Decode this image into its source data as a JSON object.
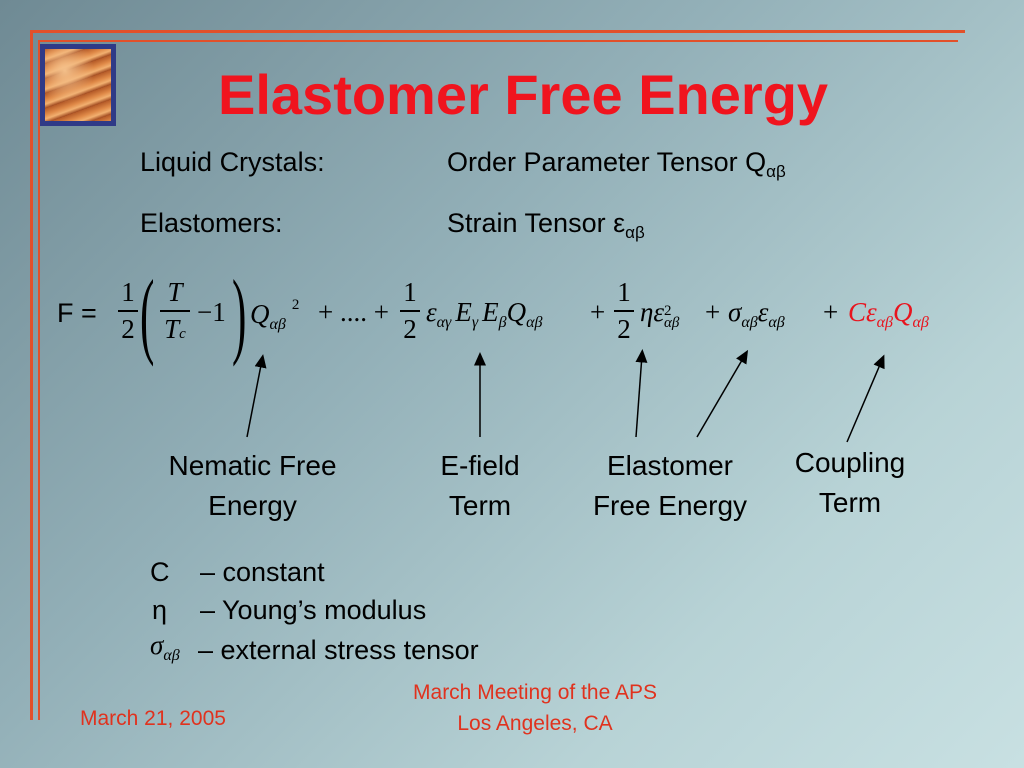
{
  "title": "Elastomer Free Energy",
  "definitions": [
    {
      "label": "Liquid Crystals:",
      "value": "Order Parameter Tensor Q",
      "sub": "αβ"
    },
    {
      "label": "Elastomers:",
      "value": "Strain Tensor ε",
      "sub": "αβ"
    }
  ],
  "equation": {
    "lhs": "F =",
    "frac1": {
      "num": "1",
      "den": "2"
    },
    "frac_t": {
      "num": "T",
      "den": "T",
      "den_sub": "c"
    },
    "minus_one": "−1",
    "term1": "Q",
    "term1_sub": "αβ",
    "term1_sup": "2",
    "dots": "+ .... +",
    "frac2": {
      "num": "1",
      "den": "2"
    },
    "term2": "ε",
    "term2_sub": "αγ",
    "term2_e1": "E",
    "term2_e1_sub": "γ",
    "term2_e2": "E",
    "term2_e2_sub": "β",
    "term2_q": "Q",
    "term2_q_sub": "αβ",
    "plus": "+",
    "frac3": {
      "num": "1",
      "den": "2"
    },
    "term3_eta": "η",
    "term3_eps": "ε",
    "term3_sup": "2",
    "term3_sub": "αβ",
    "term4_sigma": "σ",
    "term4_sigma_sub": "αβ",
    "term4_eps": "ε",
    "term4_eps_sub": "αβ",
    "term5": "Cε",
    "term5_sub": "αβ",
    "term5_q": "Q",
    "term5_q_sub": "αβ"
  },
  "labels": {
    "nematic": [
      "Nematic Free",
      "Energy"
    ],
    "efield": [
      "E-field",
      "Term"
    ],
    "elastomer": [
      "Elastomer",
      "Free Energy"
    ],
    "coupling": [
      "Coupling",
      "Term"
    ]
  },
  "legend": [
    {
      "symbol": "C",
      "text": "– constant"
    },
    {
      "symbol": "η",
      "text": "– Young’s modulus"
    },
    {
      "symbol": "σ",
      "symbol_sub": "αβ",
      "text": "– external stress tensor"
    }
  ],
  "footer": {
    "date": "March 21, 2005",
    "meeting": [
      "March Meeting of the APS",
      "Los Angeles, CA"
    ]
  },
  "colors": {
    "accent": "#e2502a",
    "title": "#f0141e",
    "highlight": "#e8141e"
  }
}
